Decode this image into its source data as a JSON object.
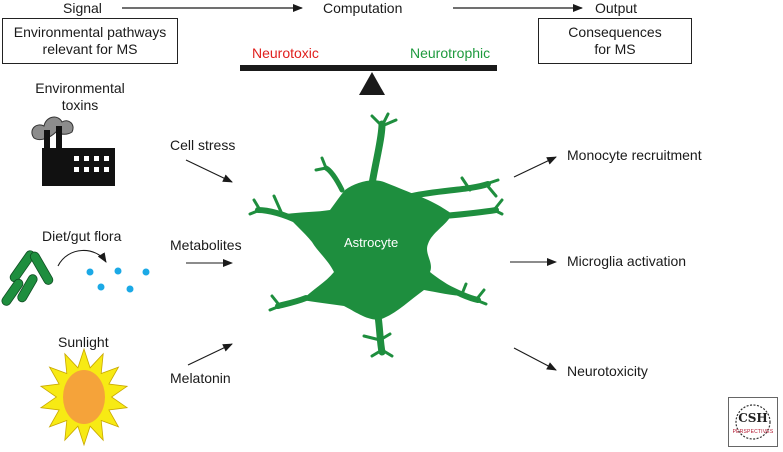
{
  "header": {
    "signal": "Signal",
    "computation": "Computation",
    "output": "Output"
  },
  "boxes": {
    "left": "Environmental pathways\nrelevant for MS",
    "right": "Consequences\nfor MS"
  },
  "balance": {
    "neurotoxic": "Neurotoxic",
    "neurotrophic": "Neurotrophic",
    "neurotoxic_color": "#e0201e",
    "neurotrophic_color": "#1e9a3e"
  },
  "sources": {
    "toxins": "Environmental\ntoxins",
    "diet": "Diet/gut flora",
    "sunlight": "Sunlight"
  },
  "inputs": {
    "cell_stress": "Cell stress",
    "metabolites": "Metabolites",
    "melatonin": "Melatonin"
  },
  "center": {
    "astrocyte": "Astrocyte",
    "astrocyte_color": "#1e8e3e"
  },
  "outputs": {
    "monocyte": "Monocyte recruitment",
    "microglia": "Microglia activation",
    "neurotoxicity": "Neurotoxicity"
  },
  "logo": {
    "text": "CSH",
    "subtext": "PERSPECTIVES"
  },
  "icons": {
    "factory": "factory-icon",
    "bacteria": "bacteria-icon",
    "sun": "sun-icon",
    "scale": "balance-scale-icon"
  }
}
